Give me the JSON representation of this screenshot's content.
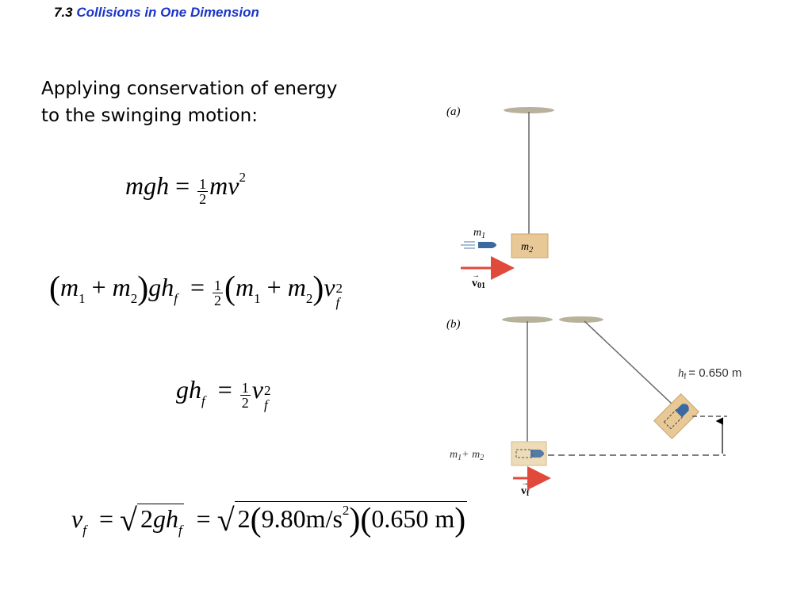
{
  "header": {
    "section": "7.3",
    "title": "Collisions in One Dimension"
  },
  "intro": {
    "line1": "Applying conservation of energy",
    "line2": "to the swinging motion:"
  },
  "equations": {
    "eq1": {
      "lhs": "mgh",
      "eq": "=",
      "num": "1",
      "den": "2",
      "rhs": "mv",
      "exp": "2"
    },
    "eq2": {
      "m": "m",
      "s1": "1",
      "plus": "+",
      "s2": "2",
      "gh": "gh",
      "f": "f",
      "eq": "=",
      "num": "1",
      "den": "2",
      "v": "v",
      "exp": "2"
    },
    "eq3": {
      "gh": "gh",
      "f": "f",
      "eq": "=",
      "num": "1",
      "den": "2",
      "v": "v",
      "exp": "2"
    },
    "eq4": {
      "v": "v",
      "f": "f",
      "eq": "=",
      "two": "2",
      "gh": "gh",
      "g_value": "9.80",
      "g_unit": "m/s",
      "g_exp": "2",
      "h_value": "0.650",
      "h_unit": "m"
    }
  },
  "figure": {
    "label_a": "(a)",
    "label_b": "(b)",
    "m1": "m",
    "m1_sub": "1",
    "m2": "m",
    "m2_sub": "2",
    "v01_label": "v",
    "v01_sub": "01",
    "vf_label": "v",
    "vf_sub": "f",
    "combined": "m",
    "combined_plus": "+ m",
    "hf_label": "h",
    "hf_sub": "f",
    "hf_value": "= 0.650 m",
    "colors": {
      "ceiling": "#b8b29c",
      "block": "#e8c896",
      "arrow": "#e04a3a",
      "bullet": "#3a6aa0",
      "dashed": "#555555"
    }
  }
}
